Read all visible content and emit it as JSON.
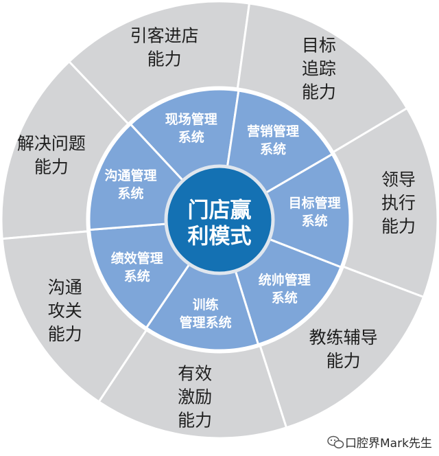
{
  "center": {
    "lines": [
      "门店赢",
      "利模式"
    ]
  },
  "inner_ring": [
    {
      "id": "xianchang",
      "lines": [
        "现场管理",
        "系统"
      ]
    },
    {
      "id": "yingxiao",
      "lines": [
        "营销管理",
        "系统"
      ]
    },
    {
      "id": "mubiao",
      "lines": [
        "目标管理",
        "系统"
      ]
    },
    {
      "id": "tongshuai",
      "lines": [
        "统帅管理",
        "系统"
      ]
    },
    {
      "id": "xunlian",
      "lines": [
        "训练",
        "管理系统"
      ]
    },
    {
      "id": "jixiao",
      "lines": [
        "绩效管理",
        "系统"
      ]
    },
    {
      "id": "goutong",
      "lines": [
        "沟通管理",
        "系统"
      ]
    }
  ],
  "outer_ring": [
    {
      "id": "jiejue",
      "lines": [
        "解决问题",
        "能力"
      ]
    },
    {
      "id": "yinke",
      "lines": [
        "引客进店",
        "能力"
      ]
    },
    {
      "id": "mubiao",
      "lines": [
        "目标",
        "追踪",
        "能力"
      ]
    },
    {
      "id": "lingdao",
      "lines": [
        "领导",
        "执行",
        "能力"
      ]
    },
    {
      "id": "jiaolian",
      "lines": [
        "教练辅导",
        "能力"
      ]
    },
    {
      "id": "youxiao",
      "lines": [
        "有效",
        "激励",
        "能力"
      ]
    },
    {
      "id": "goutong",
      "lines": [
        "沟通",
        "攻关",
        "能力"
      ]
    }
  ],
  "watermark": {
    "text": "口腔界Mark先生",
    "icon": "wechat-icon"
  },
  "colors": {
    "outer": "#d3d4d6",
    "inner": "#7ea6d9",
    "center": "#1471b3",
    "center_border": "#dfe6ee"
  }
}
